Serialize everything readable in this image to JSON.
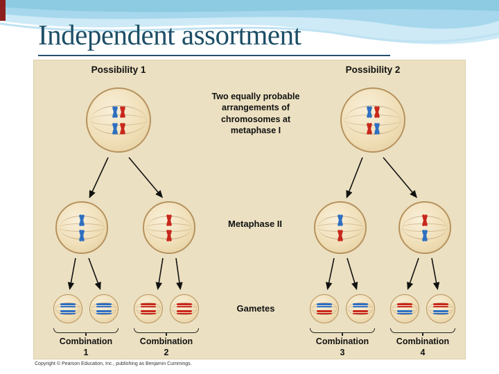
{
  "slide": {
    "title": "Independent assortment",
    "copyright": "Copyright © Pearson Education, Inc., publishing as Benjamin Cummings."
  },
  "diagram": {
    "headers": [
      "Possibility 1",
      "Possibility 2"
    ],
    "annotation": "Two equally probable\narrangements of\nchromosomes at\nmetaphase I",
    "labels": {
      "metaphase2": "Metaphase II",
      "gametes": "Gametes"
    },
    "combinations": [
      "Combination\n1",
      "Combination\n2",
      "Combination\n3",
      "Combination\n4"
    ],
    "colors": {
      "blue": "#2f6fc1",
      "red": "#c8281c",
      "panel_bg": "#ebe0c1",
      "cell_fill": "#f0dfb8",
      "cell_border": "#b6925e",
      "title": "#1d4f66",
      "accent_bar": "#8e1f1f"
    }
  },
  "cells": {
    "possibility1": {
      "metaphase1": [
        [
          "blue",
          "red"
        ],
        [
          "blue",
          "red"
        ]
      ],
      "metaphase2": [
        [
          "blue",
          "blue"
        ],
        [
          "red",
          "red"
        ]
      ],
      "gametes": [
        [
          "blue",
          "blue"
        ],
        [
          "blue",
          "blue"
        ],
        [
          "red",
          "red"
        ],
        [
          "red",
          "red"
        ]
      ]
    },
    "possibility2": {
      "metaphase1": [
        [
          "blue",
          "red"
        ],
        [
          "red",
          "blue"
        ]
      ],
      "metaphase2": [
        [
          "blue",
          "red"
        ],
        [
          "red",
          "blue"
        ]
      ],
      "gametes": [
        [
          "blue",
          "red"
        ],
        [
          "blue",
          "red"
        ],
        [
          "red",
          "blue"
        ],
        [
          "red",
          "blue"
        ]
      ]
    }
  }
}
